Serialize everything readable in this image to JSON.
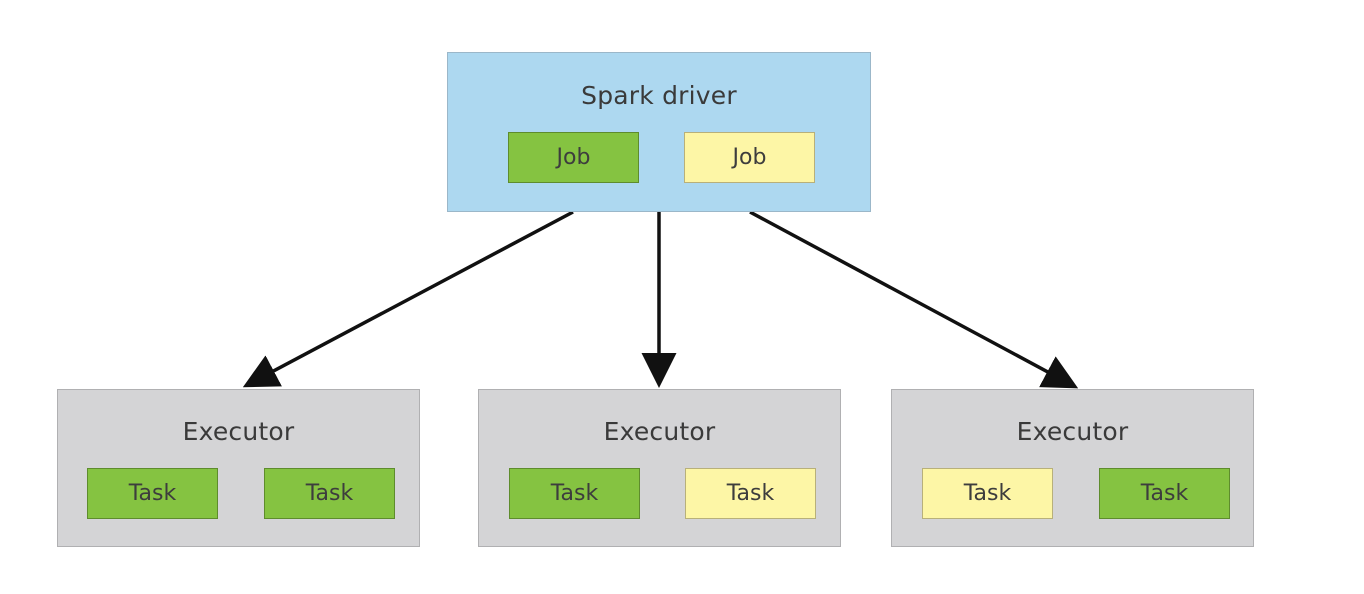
{
  "driver": {
    "title": "Spark driver",
    "jobs": [
      {
        "label": "Job",
        "color": "#85c341"
      },
      {
        "label": "Job",
        "color": "#fdf6a6"
      }
    ]
  },
  "executors": [
    {
      "title": "Executor",
      "tasks": [
        {
          "label": "Task",
          "color": "#85c341"
        },
        {
          "label": "Task",
          "color": "#85c341"
        }
      ]
    },
    {
      "title": "Executor",
      "tasks": [
        {
          "label": "Task",
          "color": "#85c341"
        },
        {
          "label": "Task",
          "color": "#fdf6a6"
        }
      ]
    },
    {
      "title": "Executor",
      "tasks": [
        {
          "label": "Task",
          "color": "#fdf6a6"
        },
        {
          "label": "Task",
          "color": "#85c341"
        }
      ]
    }
  ],
  "colors": {
    "driver_fill": "#add8f0",
    "executor_fill": "#d4d4d6",
    "arrow": "#111111"
  }
}
